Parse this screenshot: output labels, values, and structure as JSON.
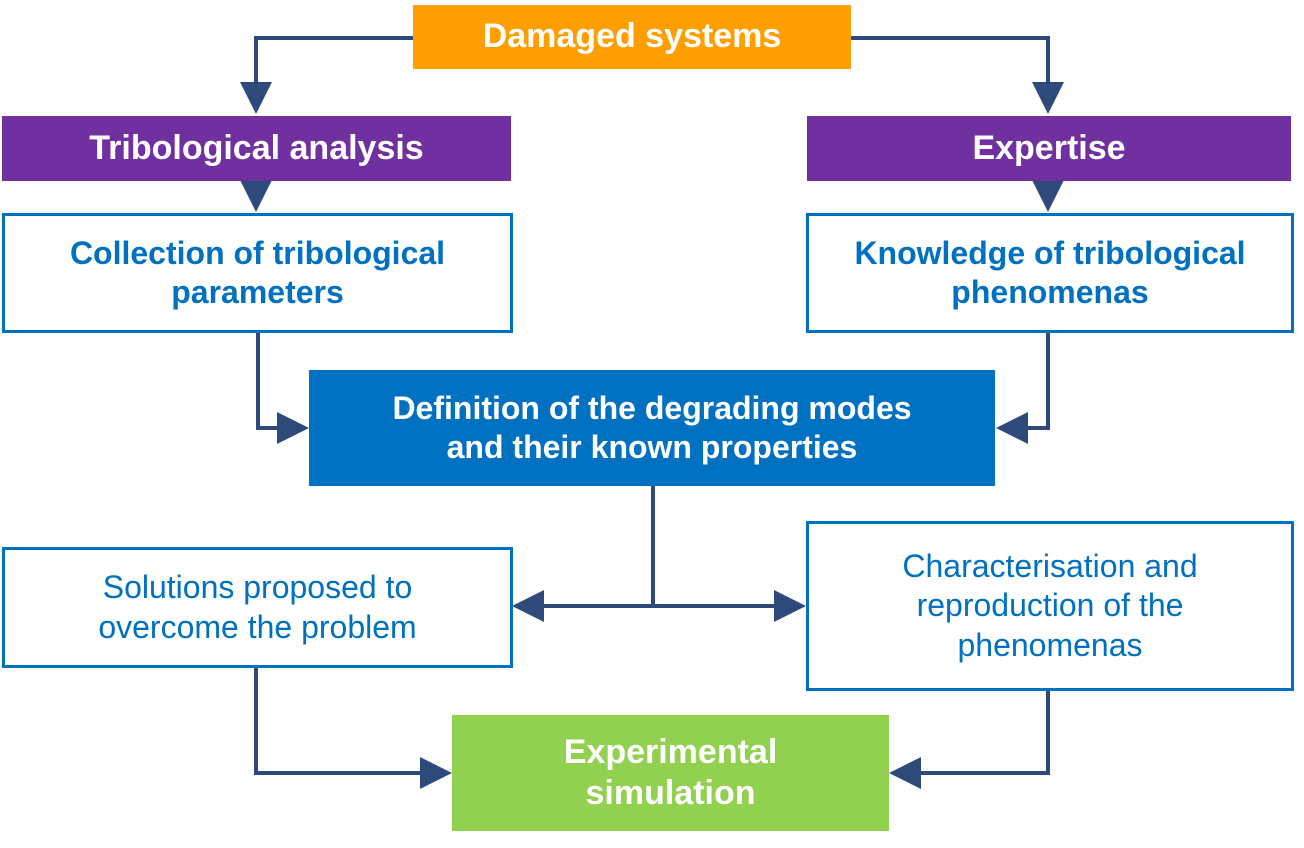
{
  "nodes": {
    "damaged_systems": "Damaged systems",
    "tribological_analysis": "Tribological analysis",
    "expertise": "Expertise",
    "collection": "Collection of tribological\nparameters",
    "knowledge": "Knowledge of tribological\nphenomenas",
    "definition": "Definition of the degrading modes\nand their known properties",
    "solutions": "Solutions proposed to\novercome the problem",
    "characterisation": "Characterisation and\nreproduction of the\nphenomenas",
    "experimental": "Experimental\nsimulation"
  },
  "colors": {
    "orange": "#FF9E00",
    "purple": "#7030A0",
    "blue": "#0070C0",
    "green": "#92D050",
    "connector": "#2E4A7A"
  }
}
